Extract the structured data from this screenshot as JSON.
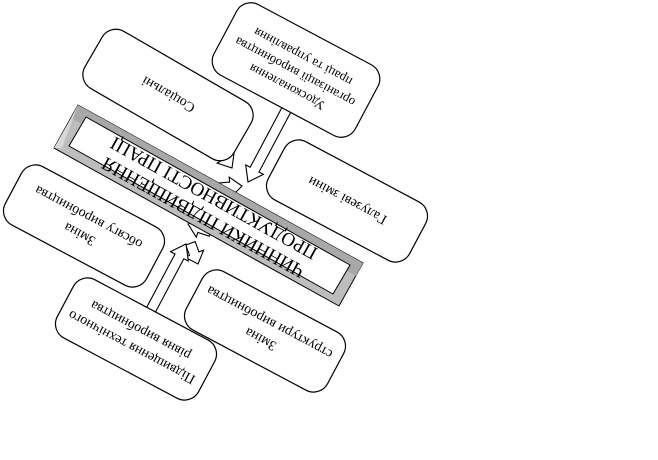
{
  "diagram": {
    "center": {
      "lines": [
        "ЧИННИКИ ПІДВИЩЕННЯ",
        "ПРОДУКТИВНОСТІ ПРАЦІ"
      ]
    },
    "nodes": [
      {
        "id": "social",
        "lines": [
          "Соціальні"
        ]
      },
      {
        "id": "improved-org",
        "lines": [
          "Удосконалення",
          "організації виробництва",
          "праці та управління"
        ]
      },
      {
        "id": "industry-shifts",
        "lines": [
          "Галузеві зміни"
        ]
      },
      {
        "id": "production-volume",
        "lines": [
          "Зміна",
          "обсягу виробництва"
        ]
      },
      {
        "id": "production-structure",
        "lines": [
          "Зміна",
          "структури виробництва"
        ]
      },
      {
        "id": "technical-level",
        "lines": [
          "Підвищення технічного",
          "рівня виробництва"
        ]
      }
    ]
  }
}
